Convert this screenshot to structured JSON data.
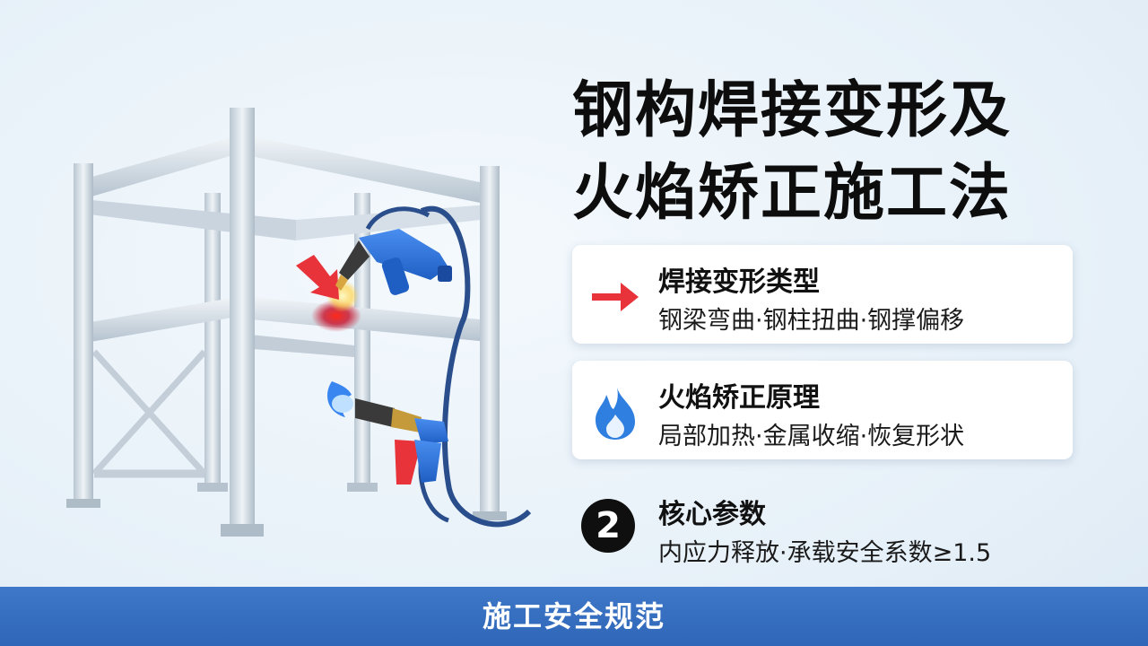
{
  "title": {
    "line1": "钢构焊接变形及",
    "line2": "火焰矫正施工法"
  },
  "cards": [
    {
      "icon": "red-arrow-icon",
      "heading": "焊接变形类型",
      "text": "钢梁弯曲·钢柱扭曲·钢撑偏移"
    },
    {
      "icon": "blue-flame-icon",
      "heading": "火焰矫正原理",
      "text": "局部加热·金属收缩·恢复形状"
    },
    {
      "badge": "2",
      "heading": "核心参数",
      "text": "内应力释放·承载安全系数≥1.5"
    }
  ],
  "footer": {
    "label": "施工安全规范"
  },
  "colors": {
    "accent_red": "#e8333a",
    "accent_blue": "#2f7fe0",
    "footer_blue": "#3470c0",
    "steel": "#cfd9e2"
  }
}
